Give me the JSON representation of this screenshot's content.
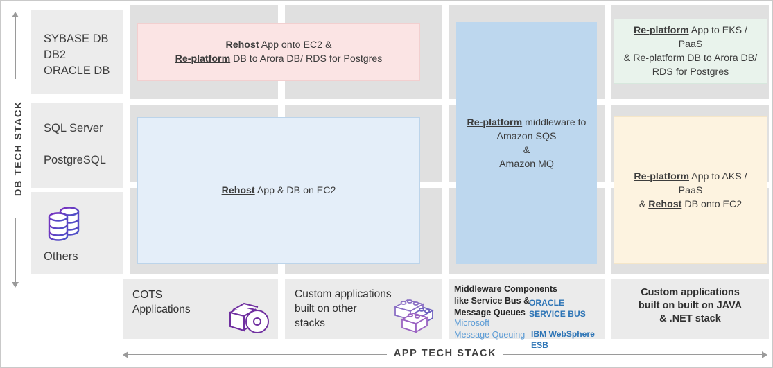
{
  "axes": {
    "y_label": "DB TECH STACK",
    "x_label": "APP TECH STACK"
  },
  "rows": [
    {
      "id": "row-top",
      "label": "SYBASE DB\nDB2\nORACLE DB",
      "lines": [
        "SYBASE DB",
        "DB2",
        "ORACLE DB"
      ]
    },
    {
      "id": "row-middle",
      "label": "SQL Server / PostgreSQL",
      "lines": [
        "SQL Server",
        "PostgreSQL"
      ]
    },
    {
      "id": "row-bottom",
      "label": "Others",
      "lines": [
        "Others"
      ],
      "icon": "database-stack-icon"
    }
  ],
  "columns": [
    {
      "id": "col-cots",
      "title_lines": [
        "COTS",
        "Applications"
      ],
      "icon": "software-box-cd-icon"
    },
    {
      "id": "col-custom-other",
      "title_lines": [
        "Custom applications",
        "built on other",
        "stacks"
      ],
      "icon": "lego-blocks-icon"
    },
    {
      "id": "col-middleware",
      "title_lines": [
        "Middleware Components",
        "like Service Bus &",
        "Message Queues"
      ],
      "products": [
        {
          "name": "ORACLE SERVICE BUS",
          "style": "blue-dark"
        },
        {
          "name": "Microsoft\nMessage Queuing",
          "style": "blue-light"
        },
        {
          "name": "IBM WebSphere ESB",
          "style": "blue-dark"
        }
      ]
    },
    {
      "id": "col-java-net",
      "title_lines": [
        "Custom applications",
        "built on built on JAVA",
        "& .NET stack"
      ]
    }
  ],
  "boxes": {
    "pink_top_left": {
      "id": "rehost-app-ec2-replatform-db",
      "line1_strong": "Rehost",
      "line1_rest": " App onto EC2 &",
      "line2_strong": "Re-platform",
      "line2_rest": " DB to Arora DB/ RDS for Postgres",
      "color": "#fbe4e4"
    },
    "blue_center": {
      "id": "rehost-app-db-ec2",
      "line1_strong": "Rehost",
      "line1_rest": " App & DB on EC2",
      "color": "#e4eef9"
    },
    "blue_middleware": {
      "id": "replatform-middleware-sqs-mq",
      "line1_strong": "Re-platform",
      "line1_rest": " middleware to",
      "line2": "Amazon SQS",
      "line3": "&",
      "line4": "Amazon MQ",
      "color": "#bdd7ee"
    },
    "mint_top_right": {
      "id": "replatform-app-eks-paas",
      "line1_strong": "Re-platform",
      "line1_rest": " App to EKS / PaaS",
      "line2_pre": "& ",
      "line2_strong": "Re-platform",
      "line2_rest": " DB to Arora DB/",
      "line3": "RDS for Postgres",
      "color": "#e9f3ec"
    },
    "cream_right": {
      "id": "replatform-app-aks-rehost-db",
      "line1_strong": "Re-platform",
      "line1_rest": " App to AKS / PaaS",
      "line2_pre": "& ",
      "line2_strong": "Rehost",
      "line2_rest": " DB onto EC2",
      "color": "#fdf3e0"
    }
  },
  "colors": {
    "cell_body": "#e0e0e0",
    "row_label_cell": "#ececec",
    "column_label_cell": "#ebebeb",
    "icon_purple": "#7030a0",
    "icon_blue": "#5b9bd5",
    "axis_gray": "#9a9a9a"
  }
}
